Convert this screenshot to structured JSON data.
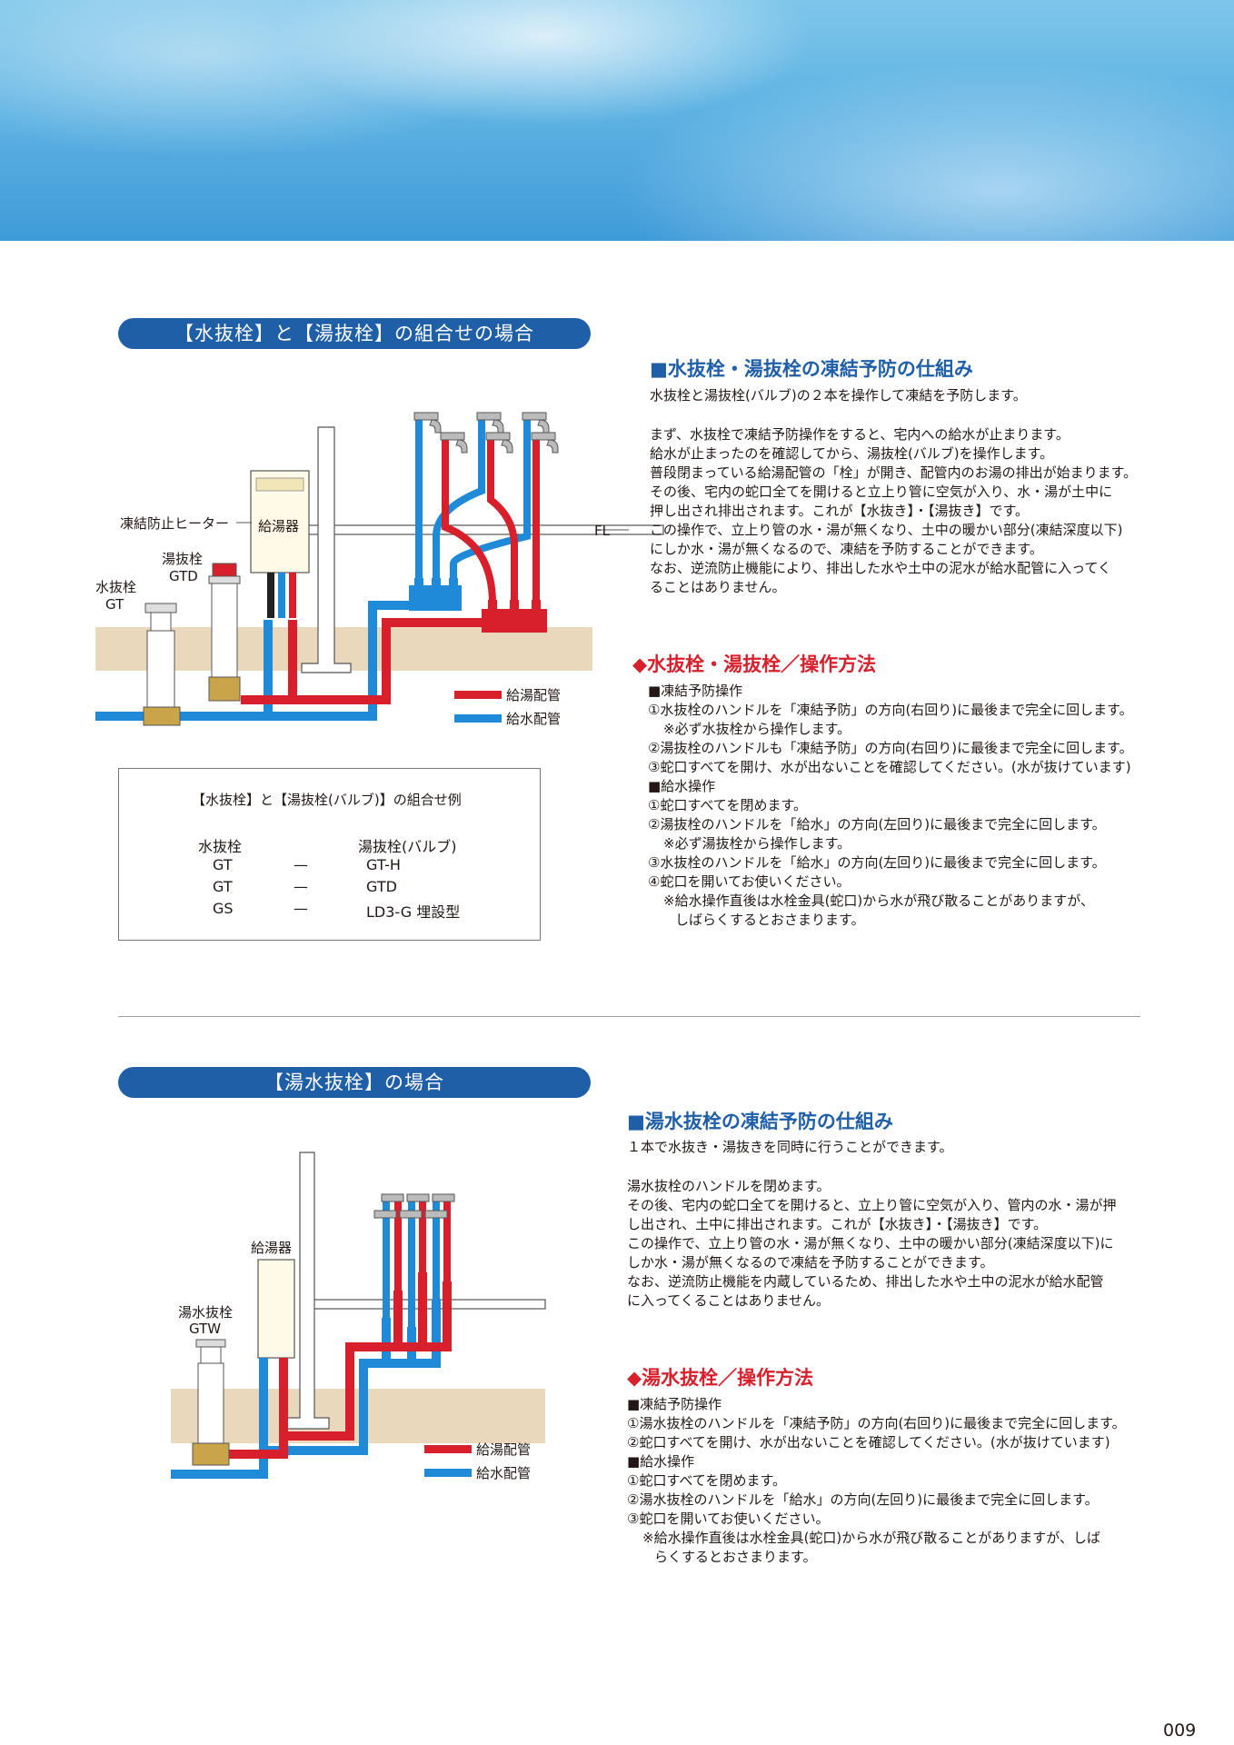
{
  "section1": {
    "pill": "【水抜栓】と【湯抜栓】の組合せの場合",
    "diagram": {
      "heater_label": "凍結防止ヒーター",
      "water_heater": "給湯器",
      "yunuki_label": "湯抜栓",
      "yunuki_code": "GTD",
      "mizunuki_label": "水抜栓",
      "mizunuki_code": "GT",
      "fl": "FL",
      "legend_hot": "給湯配管",
      "legend_cold": "給水配管"
    },
    "combo": {
      "title": "【水抜栓】と【湯抜栓(バルブ)】の組合せ例",
      "col_left": "水抜栓",
      "col_right": "湯抜栓(バルブ)",
      "rows": [
        {
          "left": "GT",
          "dash": "—",
          "right": "GT-H"
        },
        {
          "left": "GT",
          "dash": "—",
          "right": "GTD"
        },
        {
          "left": "GS",
          "dash": "—",
          "right": "LD3-G 埋設型"
        }
      ]
    },
    "mechanism": {
      "heading": "■水抜栓・湯抜栓の凍結予防の仕組み",
      "intro": "水抜栓と湯抜栓(バルブ)の２本を操作して凍結を予防します。",
      "lines": [
        "まず、水抜栓で凍結予防操作をすると、宅内への給水が止まります。",
        "給水が止まったのを確認してから、湯抜栓(バルブ)を操作します。",
        "普段閉まっている給湯配管の「栓」が開き、配管内のお湯の排出が始まります。",
        "その後、宅内の蛇口全てを開けると立上り管に空気が入り、水・湯が土中に",
        "押し出され排出されます。これが【水抜き】・【湯抜き】です。",
        "この操作で、立上り管の水・湯が無くなり、土中の暖かい部分(凍結深度以下)",
        "にしか水・湯が無くなるので、凍結を予防することができます。",
        "なお、逆流防止機能により、排出した水や土中の泥水が給水配管に入ってく",
        "ることはありません。"
      ]
    },
    "operation": {
      "heading": "◆水抜栓・湯抜栓／操作方法",
      "lines": [
        {
          "text": "■凍結予防操作",
          "indent": 0
        },
        {
          "text": "①水抜栓のハンドルを「凍結予防」の方向(右回り)に最後まで完全に回します。",
          "indent": 0
        },
        {
          "text": "※必ず水抜栓から操作します。",
          "indent": 1
        },
        {
          "text": "②湯抜栓のハンドルも「凍結予防」の方向(右回り)に最後まで完全に回します。",
          "indent": 0
        },
        {
          "text": "③蛇口すべてを開け、水が出ないことを確認してください。(水が抜けています)",
          "indent": 0
        },
        {
          "text": "■給水操作",
          "indent": 0
        },
        {
          "text": "①蛇口すべてを閉めます。",
          "indent": 0
        },
        {
          "text": "②湯抜栓のハンドルを「給水」の方向(左回り)に最後まで完全に回します。",
          "indent": 0
        },
        {
          "text": "※必ず湯抜栓から操作します。",
          "indent": 1
        },
        {
          "text": "③水抜栓のハンドルを「給水」の方向(左回り)に最後まで完全に回します。",
          "indent": 0
        },
        {
          "text": "④蛇口を開いてお使いください。",
          "indent": 0
        },
        {
          "text": "※給水操作直後は水栓金具(蛇口)から水が飛び散ることがありますが、",
          "indent": 1
        },
        {
          "text": "しばらくするとおさまります。",
          "indent": 2
        }
      ]
    }
  },
  "section2": {
    "pill": "【湯水抜栓】の場合",
    "diagram": {
      "water_heater": "給湯器",
      "yusui_label": "湯水抜栓",
      "yusui_code": "GTW",
      "legend_hot": "給湯配管",
      "legend_cold": "給水配管"
    },
    "mechanism": {
      "heading": "■湯水抜栓の凍結予防の仕組み",
      "intro": "１本で水抜き・湯抜きを同時に行うことができます。",
      "lines": [
        "湯水抜栓のハンドルを閉めます。",
        "その後、宅内の蛇口全てを開けると、立上り管に空気が入り、管内の水・湯が押",
        "し出され、土中に排出されます。これが【水抜き】・【湯抜き】です。",
        "この操作で、立上り管の水・湯が無くなり、土中の暖かい部分(凍結深度以下)に",
        "しか水・湯が無くなるので凍結を予防することができます。",
        "なお、逆流防止機能を内蔵しているため、排出した水や土中の泥水が給水配管",
        "に入ってくることはありません。"
      ]
    },
    "operation": {
      "heading": "◆湯水抜栓／操作方法",
      "lines": [
        {
          "text": "■凍結予防操作",
          "indent": 0
        },
        {
          "text": "①湯水抜栓のハンドルを「凍結予防」の方向(右回り)に最後まで完全に回します。",
          "indent": 0
        },
        {
          "text": "②蛇口すべてを開け、水が出ないことを確認してください。(水が抜けています)",
          "indent": 0
        },
        {
          "text": "■給水操作",
          "indent": 0
        },
        {
          "text": "①蛇口すべてを閉めます。",
          "indent": 0
        },
        {
          "text": "②湯水抜栓のハンドルを「給水」の方向(左回り)に最後まで完全に回します。",
          "indent": 0
        },
        {
          "text": "③蛇口を開いてお使いください。",
          "indent": 0
        },
        {
          "text": "※給水操作直後は水栓金具(蛇口)から水が飛び散ることがありますが、しば",
          "indent": 1
        },
        {
          "text": "らくするとおさまります。",
          "indent": 2
        }
      ]
    }
  },
  "page_number": "009",
  "colors": {
    "hot": "#d7202b",
    "cold": "#1f8ad8",
    "ground": "#ead8bd",
    "pill": "#1f5fa8"
  }
}
